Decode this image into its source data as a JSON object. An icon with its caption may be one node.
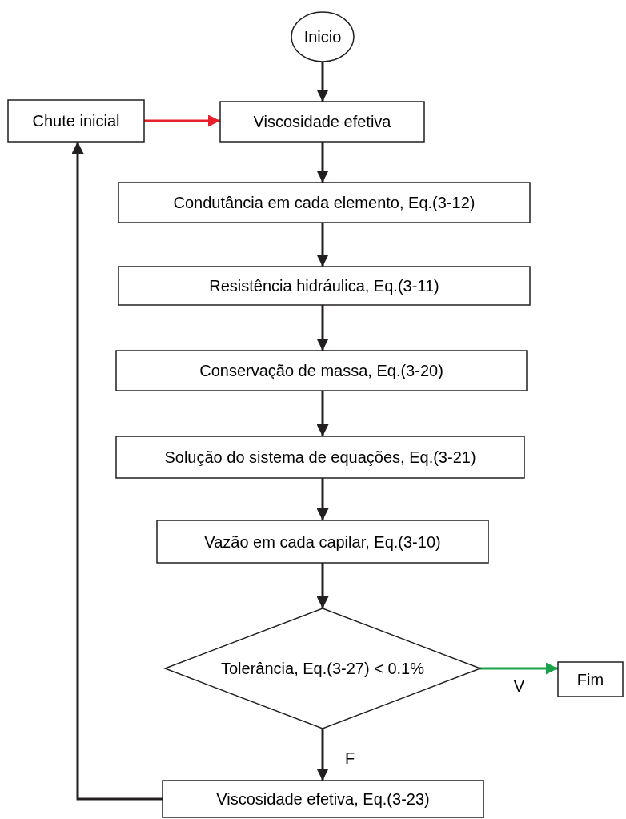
{
  "diagram": {
    "nodes": [
      {
        "text": [
          "Inicio"
        ]
      },
      {
        "text": [
          "Chute inicial"
        ]
      },
      {
        "text": [
          "Viscosidade efetiva"
        ]
      },
      {
        "text": [
          "Condutância em cada elemento, Eq.(3-12)"
        ]
      },
      {
        "text": [
          "Resistência hidráulica, Eq.(3-11)"
        ]
      },
      {
        "text": [
          "Conservação de massa, Eq.(3-20)"
        ]
      },
      {
        "text": [
          "Solução do sistema de equações, Eq.(3-21)"
        ]
      },
      {
        "text": [
          "Vazão em cada capilar, Eq.(3-10)"
        ]
      },
      {
        "text": [
          "Tolerância, Eq.(3-27) < 0.1%"
        ]
      },
      {
        "text": [
          "Fim"
        ]
      },
      {
        "text": [
          "Viscosidade efetiva, Eq.(3-23)"
        ]
      }
    ],
    "edges": [
      {
        "from": 0,
        "to": 2,
        "arrow": "to"
      },
      {
        "from": 1,
        "to": 2,
        "arrow": "to",
        "color": "#e8202a"
      },
      {
        "from": 2,
        "to": 3,
        "arrow": "to"
      },
      {
        "from": 3,
        "to": 4,
        "arrow": "to"
      },
      {
        "from": 4,
        "to": 5,
        "arrow": "to"
      },
      {
        "from": 5,
        "to": 6,
        "arrow": "to"
      },
      {
        "from": 6,
        "to": 7,
        "arrow": "to"
      },
      {
        "from": 7,
        "to": 8,
        "arrow": "to"
      },
      {
        "from": 8,
        "to": 9,
        "arrow": "to",
        "label": "V",
        "color": "#1aa34a"
      },
      {
        "from": 8,
        "to": 10,
        "arrow": "to",
        "label": "F"
      },
      {
        "from": 10,
        "to": 1,
        "arrow": "to"
      }
    ]
  }
}
